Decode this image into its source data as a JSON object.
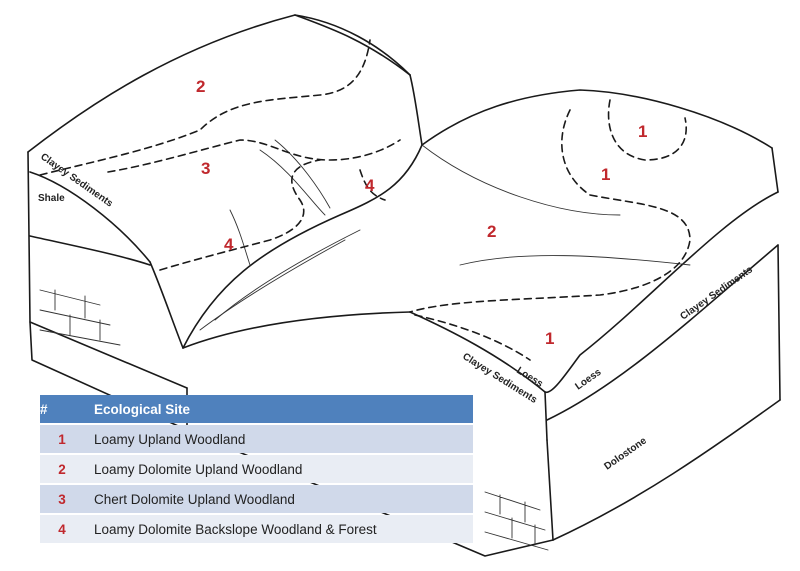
{
  "site_labels": {
    "top_left_2": "2",
    "top_left_3": "3",
    "left_4": "4",
    "ravine_4": "4",
    "right_top_1": "1",
    "right_mid_1": "1",
    "right_center_2": "2",
    "right_bottom_1": "1"
  },
  "layer_labels": {
    "left_clayey": "Clayey Sediments",
    "left_shale": "Shale",
    "front_loess": "Loess",
    "front_clayey": "Clayey Sediments",
    "right_loess": "Loess",
    "right_clayey": "Clayey Sediments",
    "dolostone": "Dolostone"
  },
  "legend": {
    "header": {
      "num": "#",
      "site": "Ecological Site"
    },
    "rows": [
      {
        "num": "1",
        "site": "Loamy Upland Woodland"
      },
      {
        "num": "2",
        "site": "Loamy Dolomite Upland Woodland"
      },
      {
        "num": "3",
        "site": "Chert Dolomite Upland Woodland"
      },
      {
        "num": "4",
        "site": "Loamy Dolomite Backslope Woodland & Forest"
      }
    ]
  }
}
